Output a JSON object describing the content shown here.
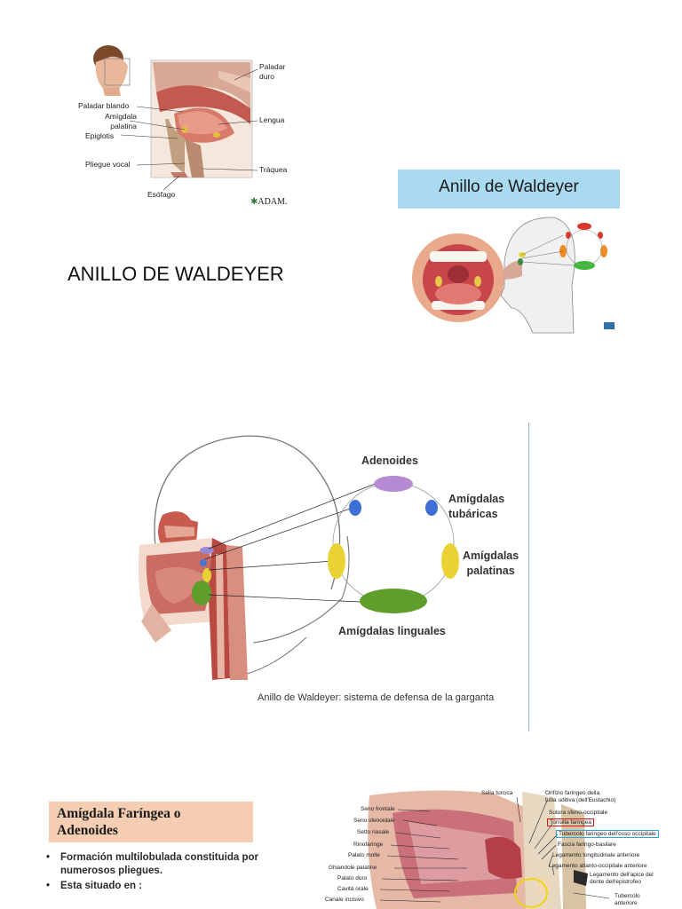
{
  "fig1": {
    "labels": {
      "paladar_duro": [
        "Paladar",
        "duro"
      ],
      "paladar_blando": "Paladar blando",
      "amigdala_palatina": [
        "Amígdala",
        "palatina"
      ],
      "epiglotis": "Epiglotis",
      "lengua": "Lengua",
      "pliegue_vocal": "Pliegue vocal",
      "traquea": "Tráquea",
      "esofago": "Esófago"
    },
    "brand": "ADAM."
  },
  "title": "ANILLO DE WALDEYER",
  "fig2": {
    "header": "Anillo de Waldeyer",
    "header_bg": "#a9daf0"
  },
  "fig3": {
    "labels": {
      "adenoides": "Adenoides",
      "tubaricas": [
        "Amígdalas",
        "tubáricas"
      ],
      "palatinas": [
        "Amígdalas",
        "palatinas"
      ],
      "linguales": "Amígdalas linguales"
    },
    "caption": "Anillo de Waldeyer: sistema de defensa de la garganta",
    "colors": {
      "adenoides": "#b58ad2",
      "tubaricas": "#3f6fd6",
      "palatinas": "#e8d234",
      "linguales": "#5f9e2a"
    }
  },
  "section": {
    "heading": [
      "Amígdala Faríngea o",
      "Adenoides"
    ],
    "bullets": [
      [
        "Formación multilobulada constituida por",
        "numerosos pliegues."
      ],
      [
        "Esta situado en :"
      ]
    ]
  },
  "fig4": {
    "left_labels": [
      "Seno frontale",
      "Seno sfenoidale",
      "Setto nasale",
      "Rinofaringe",
      "Palato molle",
      "Ghiandole palatine",
      "Palato duro",
      "Cavità orale",
      "Canale incisivo"
    ],
    "top_label": "Sella turcica",
    "right_labels": [
      [
        "Orifizio faringeo della",
        "tuba uditiva (dell'Eustachio)"
      ],
      [
        "Sutura sfeno-occipitale"
      ],
      [
        "Tonsilla faringea"
      ],
      [
        "Tubercolo faringeo dell'osso occipitale"
      ],
      [
        "Fascia faringo-basilare"
      ],
      [
        "Legamento longitudinale anteriore"
      ],
      [
        "Legamento atlanto-occipitale anteriore"
      ],
      [
        "Legamento dell'apice del",
        "dente dell'epistrofeo"
      ],
      [
        "Tubercolo",
        "anteriore"
      ]
    ]
  }
}
